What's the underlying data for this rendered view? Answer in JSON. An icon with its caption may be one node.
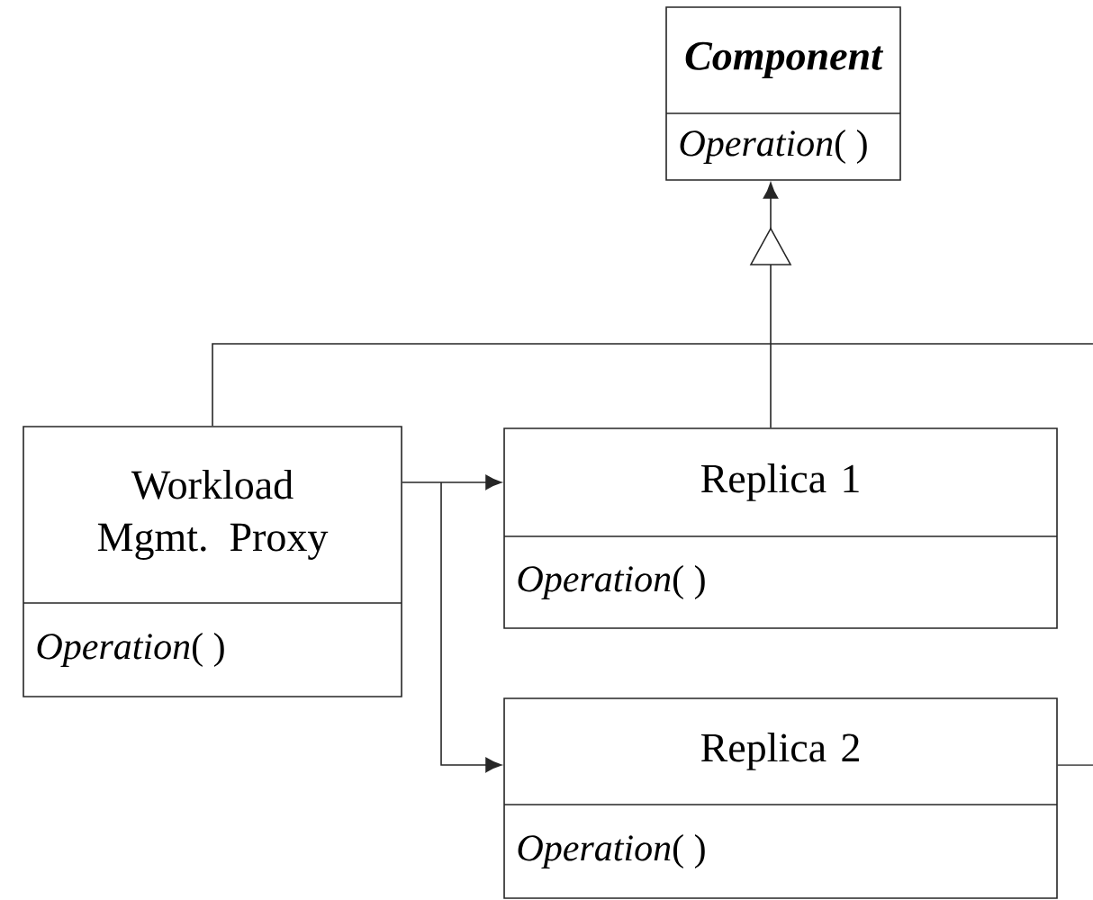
{
  "diagram": {
    "nodes": [
      {
        "text": [
          "Component",
          "*Operation*( )"
        ]
      },
      {
        "text": [
          "Workload Mgmt. Proxy",
          "*Operation*( )"
        ]
      },
      {
        "text": [
          "Replica 1",
          "*Operation*( )"
        ]
      },
      {
        "text": [
          "Replica 2",
          "*Operation*( )"
        ]
      }
    ],
    "edges": [
      {
        "from": 1,
        "to": 0,
        "arrow": "to"
      },
      {
        "from": 2,
        "to": 0,
        "arrow": "to"
      },
      {
        "from": 1,
        "to": 2,
        "arrow": "to"
      },
      {
        "from": 1,
        "to": 3,
        "arrow": "to"
      },
      {
        "from": 3,
        "to": null,
        "arrow": "none"
      }
    ]
  }
}
